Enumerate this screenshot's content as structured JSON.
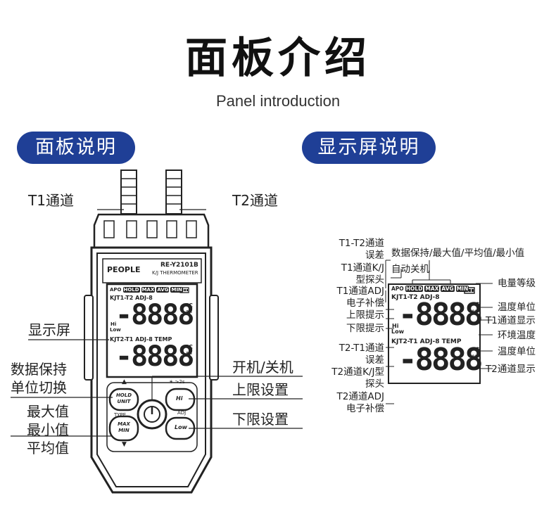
{
  "header": {
    "title_zh": "面板介绍",
    "title_en": "Panel introduction"
  },
  "sections": {
    "panel": "面板说明",
    "display": "显示屏说明"
  },
  "device": {
    "brand": "PEOPLE",
    "model": "RE-Y2101B",
    "subtitle": "K/J THERMOMETER",
    "icons": [
      "APO",
      "HOLD",
      "MAX",
      "AVG",
      "MIN"
    ],
    "row1_label": "KJT1-T2 ADJ-8",
    "row2_label": "KJT2-T1 ADJ-8 TEMP",
    "digits": "-8888",
    "unit_c": "°C",
    "unit_f": "°F",
    "hi_indicator": "Hi",
    "low_indicator": "Low",
    "buttons": {
      "hold_top": "HOLD",
      "hold_bottom": "UNIT",
      "max_top": "MAX",
      "max_bottom": "MIN",
      "hi": "Hi",
      "low": "Low",
      "up_arrow": "▲",
      "down_arrow": "▼",
      "type": "TYPE",
      "adj": "ADJ",
      "light_hint": "☀ >2s"
    }
  },
  "panel_labels": {
    "t1": "T1通道",
    "t2": "T2通道",
    "screen": "显示屏",
    "hold": [
      "数据保持",
      "单位切换"
    ],
    "maxmin": [
      "最大值",
      "最小值",
      "平均值"
    ],
    "power": "开机/关机",
    "upper": "上限设置",
    "lower": "下限设置"
  },
  "display_labels": {
    "t1t2_err": [
      "T1-T2通道",
      "误差"
    ],
    "data_hold": "数据保持/最大值/平均值/最小值",
    "t1_kj": [
      "T1通道K/J",
      "型探头"
    ],
    "auto_off": "自动关机",
    "battery": "电量等级",
    "t1_adj": [
      "T1通道ADJ",
      "电子补偿"
    ],
    "upper_alert": "上限提示",
    "lower_alert": "下限提示",
    "temp_unit_1": "温度单位",
    "t1_disp": "T1通道显示",
    "ambient": "环境温度",
    "t2t1_err": [
      "T2-T1通道",
      "误差"
    ],
    "temp_unit_2": "温度单位",
    "t2_kj": [
      "T2通道K/J型",
      "探头"
    ],
    "t2_disp": "T2通道显示",
    "t2_adj": [
      "T2通道ADJ",
      "电子补偿"
    ]
  },
  "colors": {
    "accent": "#1f3f96",
    "body": "#1a1a1a",
    "lcd": "#ffffff"
  }
}
